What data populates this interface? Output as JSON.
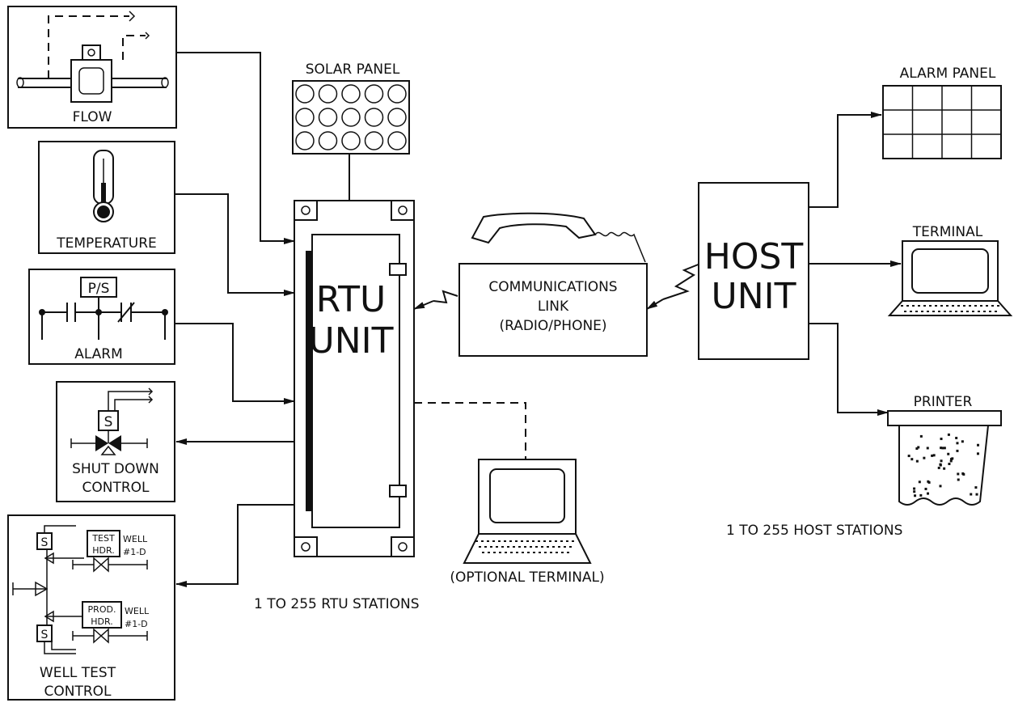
{
  "labels": {
    "flow": "FLOW",
    "temperature": "TEMPERATURE",
    "ps": "P/S",
    "alarm": "ALARM",
    "solenoid": "S",
    "shutdown_line1": "SHUT  DOWN",
    "shutdown_line2": "CONTROL",
    "test_hdr_line1": "TEST",
    "test_hdr_line2": "HDR.",
    "prod_hdr_line1": "PROD.",
    "prod_hdr_line2": "HDR.",
    "well_label": "WELL",
    "well_number": "#1-D",
    "well_test_line1": "WELL  TEST",
    "well_test_line2": "CONTROL",
    "solar_panel": "SOLAR  PANEL",
    "rtu_line1": "RTU",
    "rtu_line2": "UNIT",
    "comm_line1": "COMMUNICATIONS",
    "comm_line2": "LINK",
    "comm_line3": "(RADIO/PHONE)",
    "host_line1": "HOST",
    "host_line2": "UNIT",
    "alarm_panel": "ALARM  PANEL",
    "terminal": "TERMINAL",
    "printer": "PRINTER",
    "optional_terminal": "(OPTIONAL  TERMINAL)",
    "rtu_stations": "1  TO  255  RTU  STATIONS",
    "host_stations": "1  TO  255  HOST  STATIONS"
  }
}
